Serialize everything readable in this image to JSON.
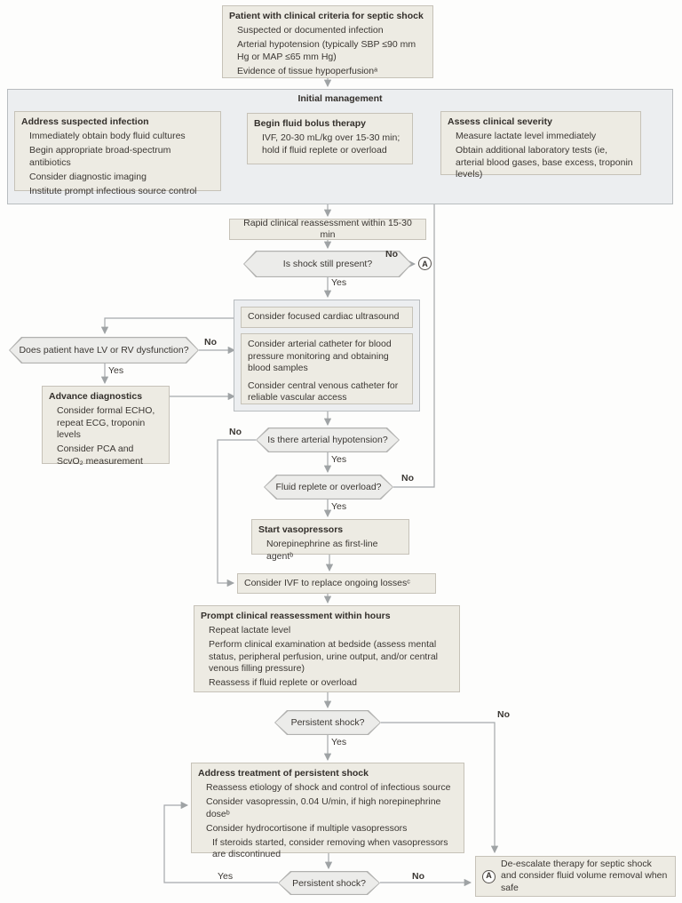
{
  "edge_labels": {
    "yes": "Yes",
    "no": "No"
  },
  "connector_a": "A",
  "flow": {
    "start": {
      "title": "Patient with clinical criteria for septic shock",
      "items": [
        "Suspected or documented infection",
        "Arterial hypotension (typically SBP ≤90 mm Hg or MAP ≤65 mm Hg)",
        "Evidence of tissue hypoperfusionᵃ"
      ]
    },
    "initial_management": {
      "title": "Initial management",
      "address_infection": {
        "title": "Address suspected infection",
        "items": [
          "Immediately obtain body fluid cultures",
          "Begin appropriate broad-spectrum antibiotics",
          "Consider diagnostic imaging",
          "Institute prompt infectious source control"
        ]
      },
      "fluid_bolus": {
        "title": "Begin fluid bolus therapy",
        "items": [
          "IVF, 20-30 mL/kg over 15-30 min; hold if fluid replete or overload"
        ]
      },
      "assess_severity": {
        "title": "Assess clinical severity",
        "items": [
          "Measure lactate level immediately",
          "Obtain additional laboratory tests (ie, arterial blood gases, base excess, troponin levels)"
        ]
      }
    },
    "rapid_reassessment": "Rapid clinical reassessment within 15-30 min",
    "q_shock_present": "Is shock still present?",
    "cardiac_ultrasound": "Consider focused cardiac ultrasound",
    "catheters": {
      "items": [
        "Consider arterial catheter for blood pressure monitoring and obtaining blood samples",
        "Consider central venous catheter for reliable vascular access"
      ]
    },
    "q_lv_rv": "Does patient have LV or RV dysfunction?",
    "advance_diagnostics": {
      "title": "Advance diagnostics",
      "items": [
        "Consider formal ECHO, repeat ECG, troponin levels",
        "Consider PCA and ScvO₂ measurement"
      ]
    },
    "q_hypotension": "Is there arterial hypotension?",
    "q_fluid_replete": "Fluid replete or overload?",
    "vasopressors": {
      "title": "Start vasopressors",
      "items": [
        "Norepinephrine as first-line agentᵇ"
      ]
    },
    "consider_ivf": "Consider IVF to replace ongoing lossesᶜ",
    "prompt_reassessment": {
      "title": "Prompt clinical reassessment within hours",
      "items": [
        "Repeat lactate level",
        "Perform clinical examination at bedside (assess mental status, peripheral perfusion, urine output, and/or central venous filling pressure)",
        "Reassess if fluid replete or overload"
      ]
    },
    "q_persistent_shock_1": "Persistent shock?",
    "address_persistent": {
      "title": "Address treatment of persistent shock",
      "items": [
        "Reassess etiology of shock and control of infectious source",
        "Consider vasopressin, 0.04 U/min, if high norepinephrine doseᵇ",
        "Consider hydrocortisone if multiple vasopressors"
      ],
      "subitems": [
        "If steroids started, consider removing when vasopressors are discontinued"
      ]
    },
    "q_persistent_shock_2": "Persistent shock?",
    "deescalate": "De-escalate therapy for septic shock and consider fluid volume removal when safe"
  }
}
